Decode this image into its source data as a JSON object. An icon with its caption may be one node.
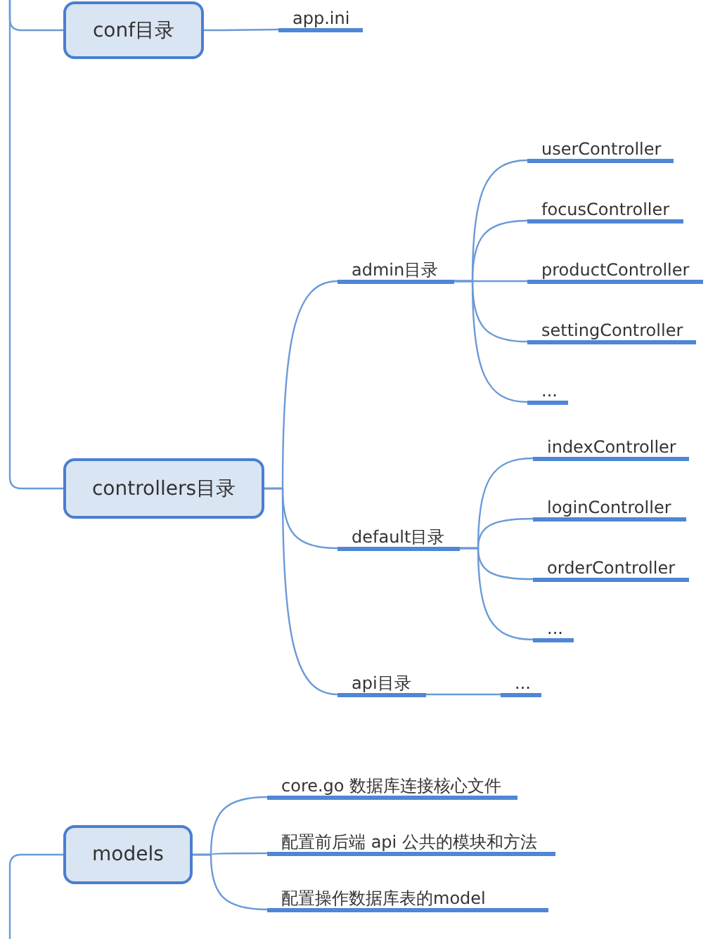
{
  "diagram": {
    "nodes": [
      {
        "text": [
          "conf目录"
        ]
      },
      {
        "text": [
          "app.ini"
        ]
      },
      {
        "text": [
          "controllers目录"
        ]
      },
      {
        "text": [
          "admin目录"
        ]
      },
      {
        "text": [
          "userController"
        ]
      },
      {
        "text": [
          "focusController"
        ]
      },
      {
        "text": [
          "productController"
        ]
      },
      {
        "text": [
          "settingController"
        ]
      },
      {
        "text": [
          "..."
        ]
      },
      {
        "text": [
          "default目录"
        ]
      },
      {
        "text": [
          "indexController"
        ]
      },
      {
        "text": [
          "loginController"
        ]
      },
      {
        "text": [
          "orderController"
        ]
      },
      {
        "text": [
          "..."
        ]
      },
      {
        "text": [
          "api目录"
        ]
      },
      {
        "text": [
          "..."
        ]
      },
      {
        "text": [
          "models"
        ]
      },
      {
        "text": [
          "core.go 数据库连接核心文件"
        ]
      },
      {
        "text": [
          "配置前后端 api 公共的模块和方法"
        ]
      },
      {
        "text": [
          "配置操作数据库表的model"
        ]
      }
    ],
    "edges": [
      {
        "from": null,
        "to": 0,
        "arrow": "none"
      },
      {
        "from": null,
        "to": 2,
        "arrow": "none"
      },
      {
        "from": null,
        "to": 16,
        "arrow": "none"
      },
      {
        "from": 0,
        "to": 1,
        "arrow": "none"
      },
      {
        "from": 2,
        "to": 3,
        "arrow": "none"
      },
      {
        "from": 2,
        "to": 9,
        "arrow": "none"
      },
      {
        "from": 2,
        "to": 14,
        "arrow": "none"
      },
      {
        "from": 3,
        "to": 4,
        "arrow": "none"
      },
      {
        "from": 3,
        "to": 5,
        "arrow": "none"
      },
      {
        "from": 3,
        "to": 6,
        "arrow": "none"
      },
      {
        "from": 3,
        "to": 7,
        "arrow": "none"
      },
      {
        "from": 3,
        "to": 8,
        "arrow": "none"
      },
      {
        "from": 9,
        "to": 10,
        "arrow": "none"
      },
      {
        "from": 9,
        "to": 11,
        "arrow": "none"
      },
      {
        "from": 9,
        "to": 12,
        "arrow": "none"
      },
      {
        "from": 9,
        "to": 13,
        "arrow": "none"
      },
      {
        "from": 14,
        "to": 15,
        "arrow": "none"
      },
      {
        "from": 16,
        "to": 17,
        "arrow": "none"
      },
      {
        "from": 16,
        "to": 18,
        "arrow": "none"
      },
      {
        "from": 16,
        "to": 19,
        "arrow": "none"
      }
    ]
  }
}
